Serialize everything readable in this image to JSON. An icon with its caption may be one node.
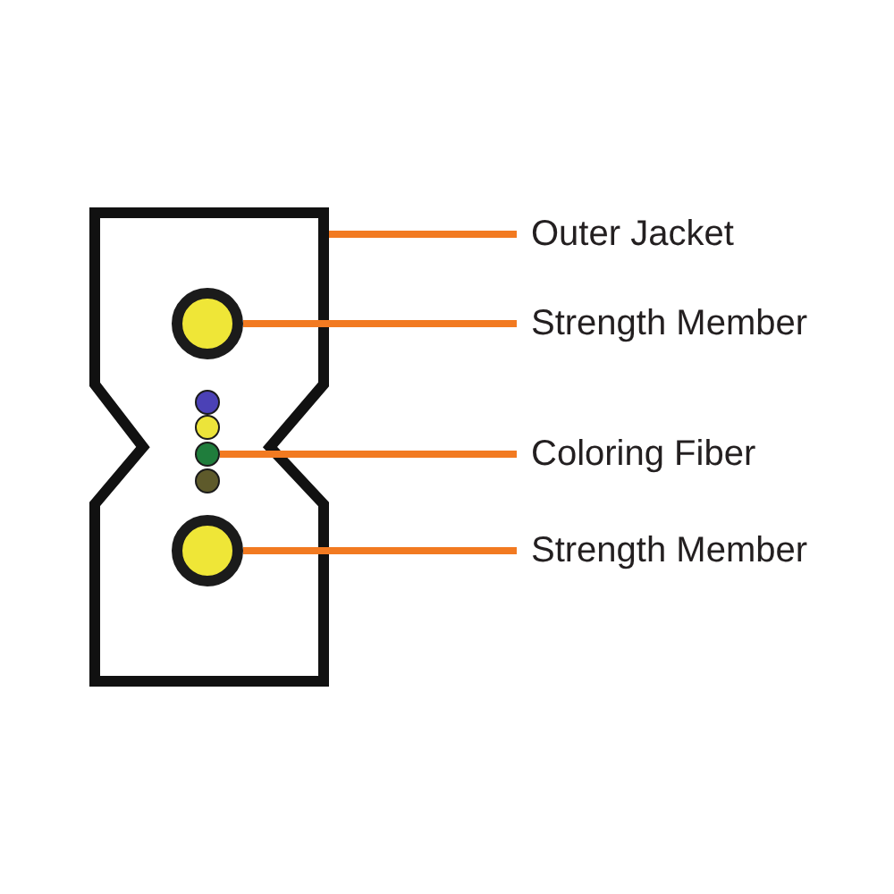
{
  "diagram": {
    "nodes": [
      {
        "text": [],
        "shape": "box"
      },
      {
        "text": [],
        "shape": "circle",
        "in": 0
      },
      {
        "text": [],
        "shape": "circle",
        "in": 0
      },
      {
        "text": [],
        "shape": "circle",
        "in": 0
      },
      {
        "text": [
          "Outer Jacket"
        ]
      },
      {
        "text": [
          "Strength Member"
        ]
      },
      {
        "text": [
          "Coloring Fiber"
        ]
      },
      {
        "text": [
          "Strength Member"
        ]
      }
    ],
    "edges": [
      {
        "from": 4,
        "to": 0,
        "arrow": "none"
      },
      {
        "from": 5,
        "to": 1,
        "arrow": "none"
      },
      {
        "from": 6,
        "to": 2,
        "arrow": "none"
      },
      {
        "from": 7,
        "to": 3,
        "arrow": "none"
      }
    ]
  }
}
